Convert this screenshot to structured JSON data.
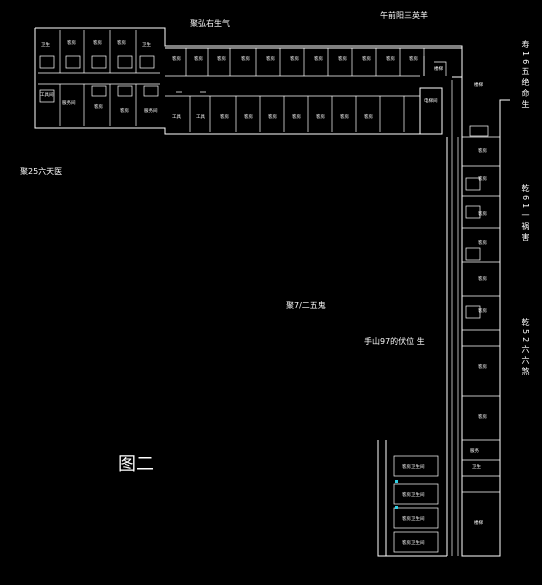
{
  "annotations": {
    "top_center": "聚弘右生气",
    "top_right": "午前阳三英羊",
    "left": "聚25六天医",
    "center": "聚7/二五鬼",
    "center_right": "手山97的伏位 生",
    "figure_caption": "图二"
  },
  "vertical_annotations": {
    "right_top": "寿16五绝命生",
    "right_mid": "乾61一祸害",
    "right_low": "乾52六六煞"
  },
  "rooms": {
    "r1": "卫生",
    "r2": "客房",
    "r3": "客房",
    "r4": "客房",
    "r5": "卫生",
    "r6": "工具间",
    "r7": "服务间",
    "r8": "客房",
    "r9": "客房",
    "r10": "服务间",
    "c1": "客房",
    "c2": "客房",
    "c3": "客房",
    "c4": "客房",
    "c5": "客房",
    "c6": "客房",
    "c7": "客房",
    "c8": "客房",
    "c9": "客房",
    "c10": "客房",
    "c11": "客房",
    "c12": "客房",
    "c13": "客房",
    "c14": "客房",
    "c15": "客房",
    "c16": "客房",
    "c17": "客房",
    "c18": "客房",
    "b1": "工具",
    "b2": "工具",
    "s1": "楼梯",
    "s2": "电梯间",
    "s3": "楼梯",
    "e1": "客房",
    "e2": "客房",
    "e3": "客房",
    "e4": "客房",
    "e5": "客房",
    "e6": "客房",
    "e7": "客房",
    "e8": "客房",
    "e9": "服务",
    "e10": "卫生",
    "e11": "楼梯",
    "w1": "客房卫生间",
    "w2": "客房卫生间",
    "w3": "客房卫生间",
    "w4": "客房卫生间"
  }
}
